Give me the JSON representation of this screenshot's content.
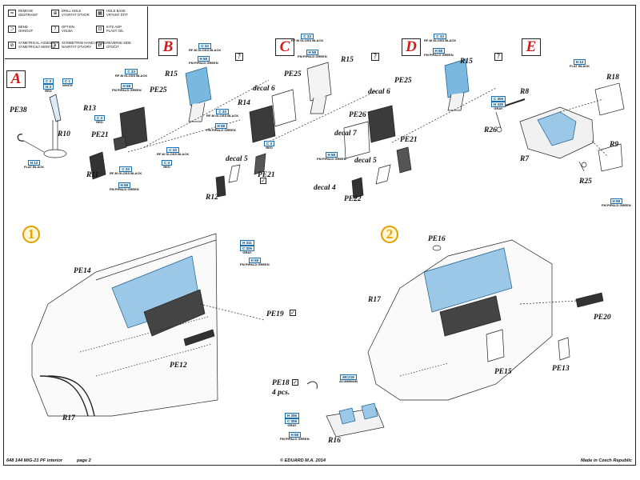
{
  "legend": [
    {
      "icon": "≈",
      "text": "REMOVE\nODSTRANIT"
    },
    {
      "icon": "⊃",
      "text": "BEND\nOHNOUT"
    },
    {
      "icon": "⊘",
      "text": "SYMETRICAL ASSEMBLY\nSYMETRICKÁ MONTÁŽ"
    },
    {
      "icon": "⊕",
      "text": "DRILL HOLE\nVYVRTAT OTVOR"
    },
    {
      "icon": "?",
      "text": "OPTION\nVOLBA"
    },
    {
      "icon": "∨",
      "text": "SCRIBE/TRIM HAND HOLDS\nNAVRTAT OTVORY"
    },
    {
      "icon": "▦",
      "text": "HOLE BASE\nVRTANÝ ŠTÍT"
    },
    {
      "icon": "⊡",
      "text": "KITS AOP\nPLAST. DÍL"
    },
    {
      "icon": "⇄",
      "text": "REVERSE SIDE\nOTOČIT"
    }
  ],
  "sections": {
    "A": "A",
    "B": "B",
    "C": "C",
    "D": "D",
    "E": "E"
  },
  "steps": {
    "one": "1",
    "two": "2"
  },
  "question_mark": "?",
  "check_mark": "✓",
  "parts": {
    "pe38": "PE38",
    "r10": "R10",
    "r13": "R13",
    "pe25_b": "PE25",
    "r15_b": "R15",
    "pe21_b": "PE21",
    "r11": "R11",
    "r12": "R12",
    "pe25_c": "PE25",
    "r15_c": "R15",
    "r14": "R14",
    "pe21_c": "PE21",
    "pe25_d": "PE25",
    "r15_d": "R15",
    "pe26": "PE26",
    "pe21_d": "PE21",
    "pe22": "PE22",
    "r18": "R18",
    "r8": "R8",
    "r26": "R26",
    "r7": "R7",
    "r9": "R9",
    "r25": "R25",
    "pe14": "PE14",
    "pe19": "PE19",
    "pe12": "PE12",
    "r17_left": "R17",
    "pe16": "PE16",
    "r17_right": "R17",
    "pe20": "PE20",
    "pe15": "PE15",
    "pe13": "PE13",
    "pe18": "PE18",
    "pe18_qty": "4 pcs.",
    "r16": "R16"
  },
  "decals": {
    "decal6_c": "decal 6",
    "decal5_b": "decal 5",
    "decal6_d": "decal 6",
    "decal7": "decal 7",
    "decal5_d": "decal 5",
    "decal4": "decal 4"
  },
  "paints": [
    {
      "codes": [
        "C 33"
      ],
      "name": "RF-M GLOSS BLACK"
    },
    {
      "codes": [
        "H 58"
      ],
      "name": "FM PIPALD GREEN"
    },
    {
      "codes": [
        "C 3",
        "H 3"
      ],
      "name": "RED"
    },
    {
      "codes": [
        "C 1"
      ],
      "name": "WHITE"
    },
    {
      "codes": [
        "H 12"
      ],
      "name": "FLAT BLACK"
    },
    {
      "codes": [
        "C 33"
      ],
      "name": "RF-M GLOSS BLACK"
    },
    {
      "codes": [
        "H 58"
      ],
      "name": "FM PIPALD GREEN"
    },
    {
      "codes": [
        "C 33"
      ],
      "name": "RF-M GLOSS BLACK"
    },
    {
      "codes": [
        "H 58"
      ],
      "name": "FM PIPALD GREEN"
    },
    {
      "codes": [
        "C 3"
      ],
      "name": "RED"
    },
    {
      "codes": [
        "C 3"
      ],
      "name": "RED"
    },
    {
      "codes": [
        "C 33"
      ],
      "name": "RF-M GLOSS BLACK"
    },
    {
      "codes": [
        "H 58"
      ],
      "name": "FM PIPALD GREEN"
    },
    {
      "codes": [
        "C 33"
      ],
      "name": "RF-M GLOSS BLACK"
    },
    {
      "codes": [
        "H 58"
      ],
      "name": "FM PIPALD GREEN"
    },
    {
      "codes": [
        "C 33"
      ],
      "name": "RF-M GLOSS BLACK"
    },
    {
      "codes": [
        "C 3"
      ],
      "name": "RED"
    },
    {
      "codes": [
        "C 33"
      ],
      "name": "RF-M GLOSS BLACK"
    },
    {
      "codes": [
        "H 58"
      ],
      "name": "FM PIPALD GREEN"
    },
    {
      "codes": [
        "H 12"
      ],
      "name": "FLAT BLACK"
    },
    {
      "codes": [
        "C 306",
        "H 335"
      ],
      "name": "GRAY"
    },
    {
      "codes": [
        "H 58"
      ],
      "name": "FM PIPALD GREEN"
    },
    {
      "codes": [
        "H 58"
      ],
      "name": "FM PIPALD GREEN"
    },
    {
      "codes": [
        "H 311",
        "C 306"
      ],
      "name": "GRAY"
    },
    {
      "codes": [
        "H 58"
      ],
      "name": "FM PIPALD GREEN"
    },
    {
      "codes": [
        "MC218"
      ],
      "name": "ALUMINIUM"
    },
    {
      "codes": [
        "H 306",
        "C 308"
      ],
      "name": "GRAY"
    },
    {
      "codes": [
        "H 58"
      ],
      "name": "FM PIPALD GREEN"
    }
  ],
  "footer": {
    "code": "648 144  MiG-21 PF interior",
    "page": "page 2",
    "copyright": "© EDUARD  M.A. 2014",
    "made_in": "Made in Czech Republic"
  },
  "colors": {
    "section_letter": "#d11a1a",
    "step_number": "#e8a300",
    "paint_blue": "#1a6fb0",
    "part_blue": "#7ab8e0"
  }
}
